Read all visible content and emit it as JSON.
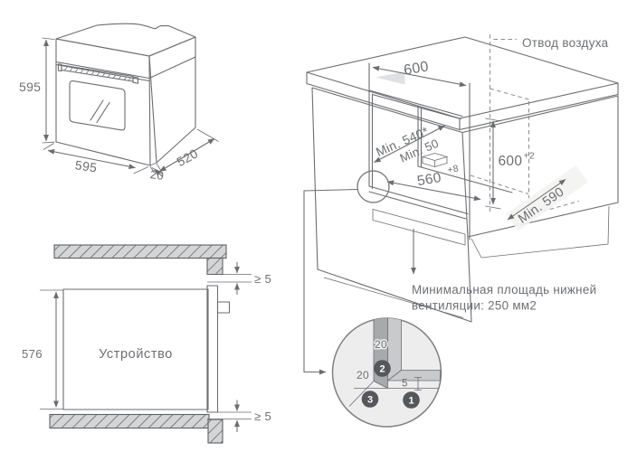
{
  "colors": {
    "line": "#6b6d70",
    "text": "#6d6f72",
    "hatch_fill": "#d4d5d6",
    "vent_strip": "#b3b4b6",
    "detail_background": "#ededee",
    "detail_wall": "#a8a9ab",
    "detail_panel": "#c9cacb",
    "badge": "#55575a"
  },
  "oven": {
    "height": "595",
    "width": "595",
    "depth": "520",
    "front_offset": "20"
  },
  "section": {
    "height": "576",
    "device_label": "Устройство",
    "gap_top": "≥ 5",
    "gap_bottom": "≥ 5"
  },
  "cabinet": {
    "air_outlet_label": "Отвод воздуха",
    "opening_width": "600",
    "min_depth": "Min. 540*",
    "min_clearance": "Min. 50",
    "niche_height": "600",
    "niche_height_tol": "+2",
    "niche_width": "560",
    "niche_width_tol": "+8",
    "min_side_depth": "Min. 590"
  },
  "vent_note": {
    "line1": "Минимальная площадь нижней",
    "line2": "вентиляции: 250 мм2"
  },
  "detail": {
    "top_dim": "20",
    "side_dim": "20",
    "gap_dim": "5",
    "badges": [
      "1",
      "2",
      "3"
    ]
  }
}
